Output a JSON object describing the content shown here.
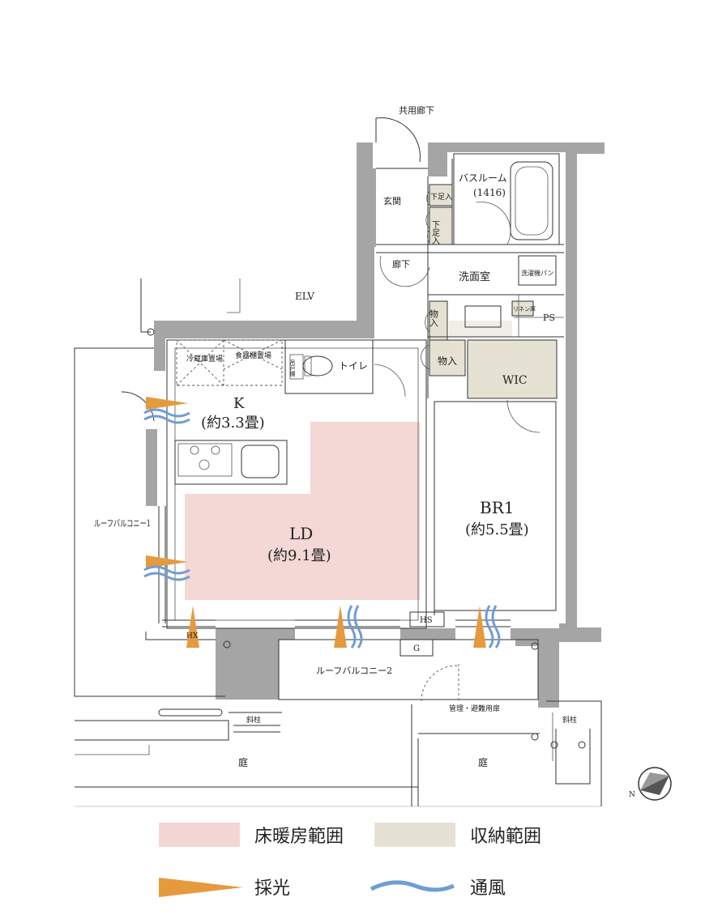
{
  "colors": {
    "wall": "#a5a5a5",
    "floor_heating": "#f3d6d3",
    "storage": "#e6e2d3",
    "lighting": "#e59a3e",
    "ventilation": "#6f9dd3"
  },
  "labels": {
    "common_corridor": "共用廊下",
    "entrance": "玄関",
    "shoe_box_1": "下足入",
    "shoe_box_2": "下足入",
    "bathroom": "バスルーム",
    "bathroom_size": "(1416)",
    "hallway": "廊下",
    "washroom": "洗面室",
    "washer_pan": "洗濯機パン",
    "linen": "リネン庫",
    "ps": "PS",
    "elv": "ELV",
    "storage_1": "物入",
    "storage_2": "物入",
    "wic": "WIC",
    "fridge": "冷蔵庫置場",
    "dish_shelf": "食器棚置場",
    "toilet": "トイレ",
    "toilet_shelf": "吊戸棚",
    "kitchen": "K",
    "kitchen_size": "(約3.3畳)",
    "ld": "LD",
    "ld_size": "(約9.1畳)",
    "br1": "BR1",
    "br1_size": "(約5.5畳)",
    "roof_balcony_1": "ルーフバルコニー1",
    "roof_balcony_2": "ルーフバルコニー2",
    "hs": "HS",
    "g": "G",
    "hx": "HX",
    "diagonal_post_1": "斜柱",
    "diagonal_post_2": "斜柱",
    "mgmt_door": "管理・避難用扉",
    "garden_1": "庭",
    "garden_2": "庭",
    "north": "N"
  },
  "legend": {
    "floor_heating": "床暖房範囲",
    "storage": "収納範囲",
    "lighting": "採光",
    "ventilation": "通風"
  },
  "icons": [
    "lighting-arrow-icon",
    "ventilation-wave-icon",
    "compass-icon",
    "stove-icon",
    "sink-icon",
    "bathtub-icon",
    "toilet-icon"
  ]
}
